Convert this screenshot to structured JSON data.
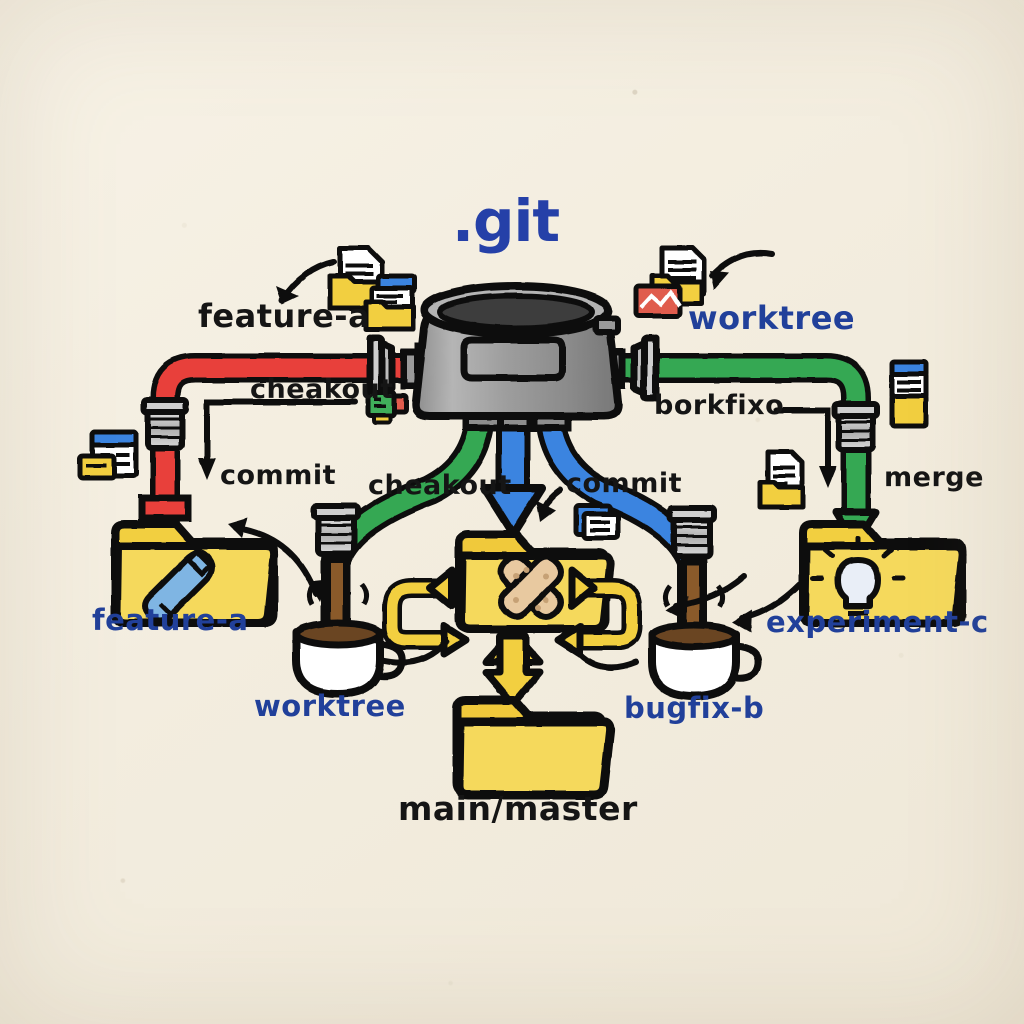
{
  "diagram": {
    "title": ".git",
    "style": "hand-drawn whiteboard sketch on cream paper",
    "hub": {
      "name": "git-repository-pot",
      "color": "#9a9a9a"
    },
    "pipes": [
      {
        "name": "feature-a-pipe",
        "color": "#e8403a",
        "from": "hub-left",
        "to": "feature-a-folder"
      },
      {
        "name": "worktree-pipe",
        "color": "#34a853",
        "from": "hub-right",
        "to": "experiment-c-folder"
      },
      {
        "name": "checkout-pipe",
        "color": "#34a853",
        "from": "hub-bottom-left",
        "to": "worktree-cup"
      },
      {
        "name": "commit-pipe",
        "color": "#3b84e0",
        "from": "hub-bottom",
        "to": "main-master-folder"
      },
      {
        "name": "bugfix-pipe",
        "color": "#3b84e0",
        "from": "hub-bottom-right",
        "to": "bugfix-b-cup"
      },
      {
        "name": "merge-loop-pipe",
        "color": "#f2cc2e",
        "from": "staging-folder",
        "to": "main-master-folder"
      }
    ],
    "top_labels": [
      {
        "text": "feature-a",
        "color": "black"
      },
      {
        "text": "worktree",
        "color": "blue"
      }
    ],
    "action_labels": [
      {
        "text": "cheakout",
        "color": "black"
      },
      {
        "text": "commit",
        "color": "black"
      },
      {
        "text": "cheakout",
        "color": "black"
      },
      {
        "text": "commit",
        "color": "black"
      },
      {
        "text": "borkfixo",
        "color": "black"
      },
      {
        "text": "merge",
        "color": "black"
      }
    ],
    "branch_labels": [
      {
        "text": "feature-a",
        "color": "blue",
        "node": "wrench-folder"
      },
      {
        "text": "worktree",
        "color": "blue",
        "node": "coffee-cup-left"
      },
      {
        "text": "bugfix-b",
        "color": "blue",
        "node": "coffee-cup-right"
      },
      {
        "text": "experiment-c",
        "color": "blue",
        "node": "bulb-folder"
      },
      {
        "text": "main/master",
        "color": "black",
        "node": "main-folder"
      }
    ],
    "icons": [
      "document-folder-icon",
      "blue-document-folder-icon",
      "note-document-icon",
      "red-image-icon",
      "blue-card-stack-icon",
      "green-monitor-icon",
      "blue-document-icon",
      "document-in-folder-icon",
      "blue-window-icon",
      "wrench-icon",
      "lightbulb-icon",
      "bandaid-icon"
    ],
    "colors": {
      "background": "#f4efe2",
      "ink": "#151515",
      "blue_text": "#21409a",
      "red_pipe": "#e8403a",
      "green_pipe": "#34a853",
      "blue_pipe": "#3b84e0",
      "yellow_folder": "#f2cf3f",
      "gray_metal": "#9a9a9a"
    }
  }
}
